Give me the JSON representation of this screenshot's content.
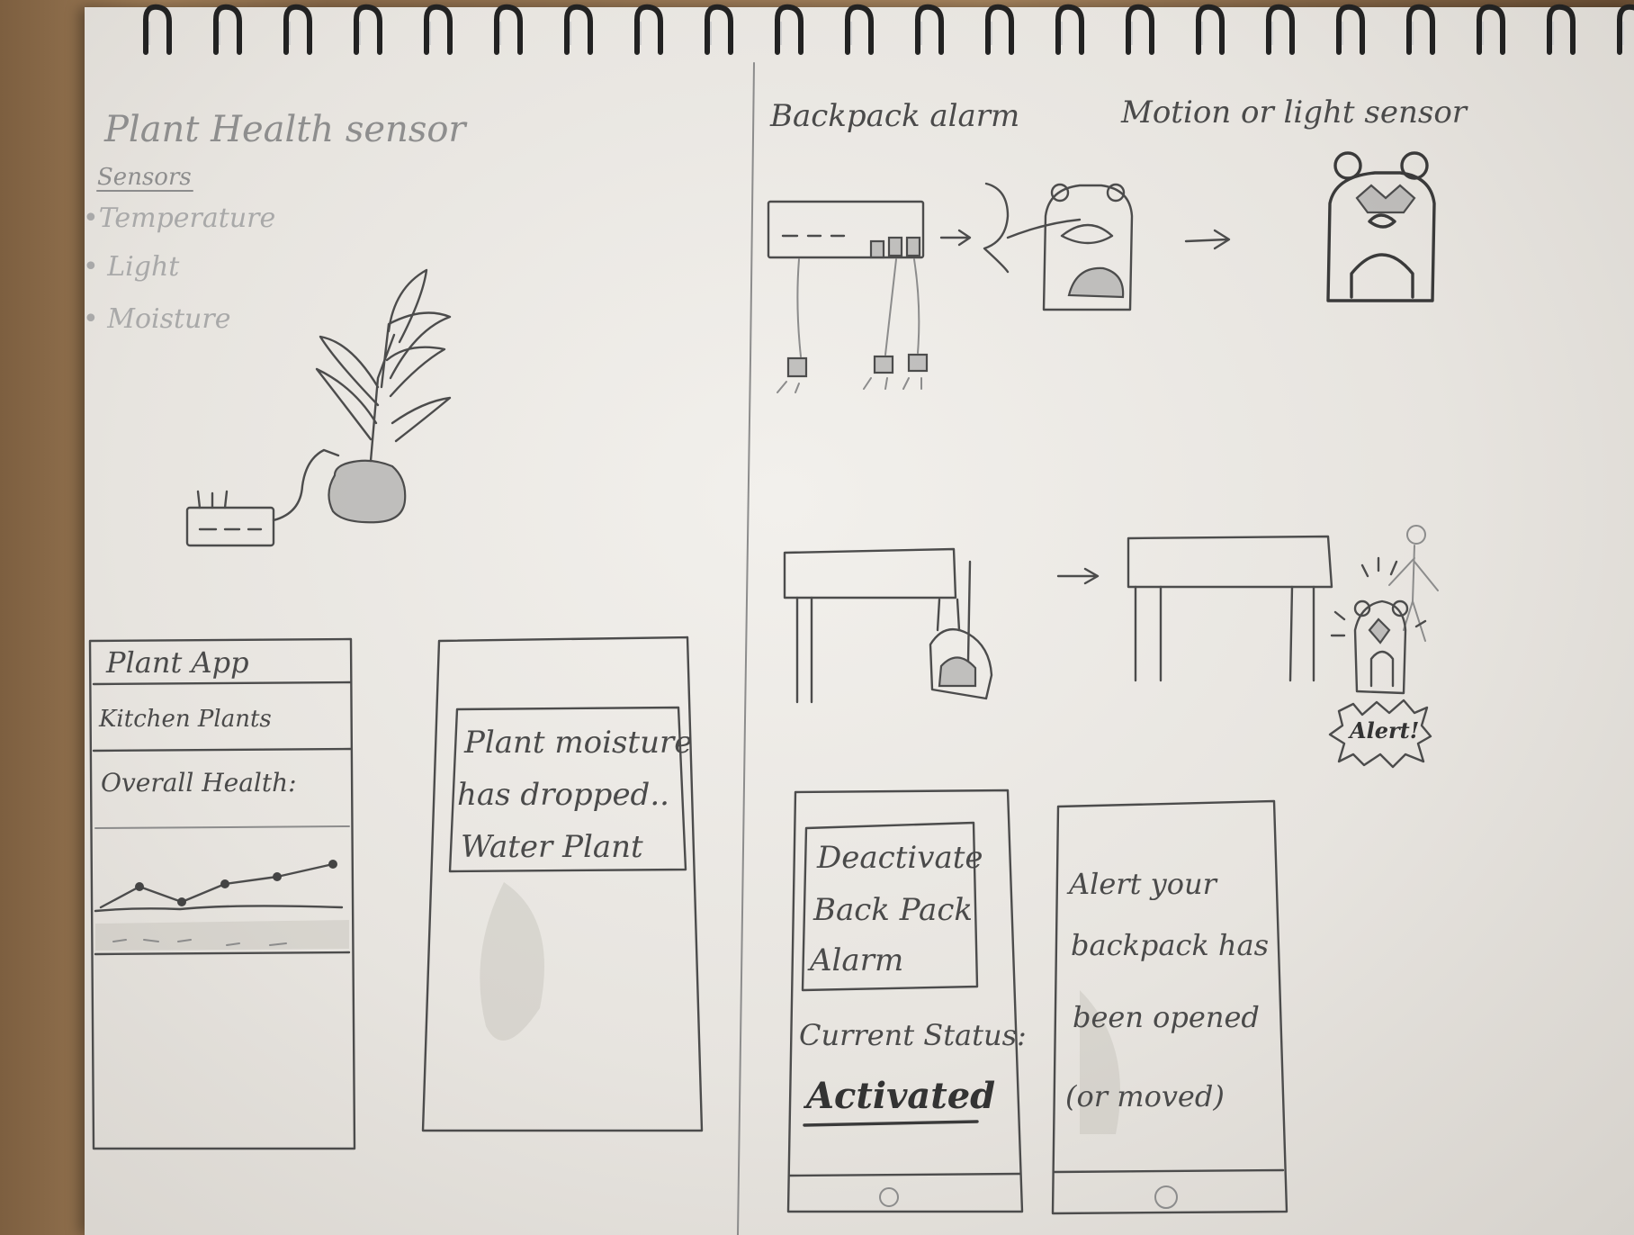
{
  "left_page": {
    "title": "Plant Health sensor",
    "sensors_heading": "Sensors",
    "sensor_list": [
      "•Temperature",
      "• Light",
      "• Moisture"
    ],
    "app_screen": {
      "title": "Plant App",
      "group": "Kitchen Plants",
      "health_label": "Overall Health:"
    },
    "alert_screen": {
      "message_lines": [
        "Plant moisture",
        "has dropped..",
        "Water Plant"
      ]
    }
  },
  "right_page": {
    "title_left": "Backpack alarm",
    "title_right": "Motion or light sensor",
    "alert_burst": "Alert!",
    "control_screen": {
      "button_lines": [
        "Deactivate",
        "Back Pack",
        "Alarm"
      ],
      "status_label": "Current Status:",
      "status_value": "Activated"
    },
    "notify_screen": {
      "message_lines": [
        "Alert your",
        "backpack has",
        "been opened",
        "(or moved)"
      ]
    }
  }
}
